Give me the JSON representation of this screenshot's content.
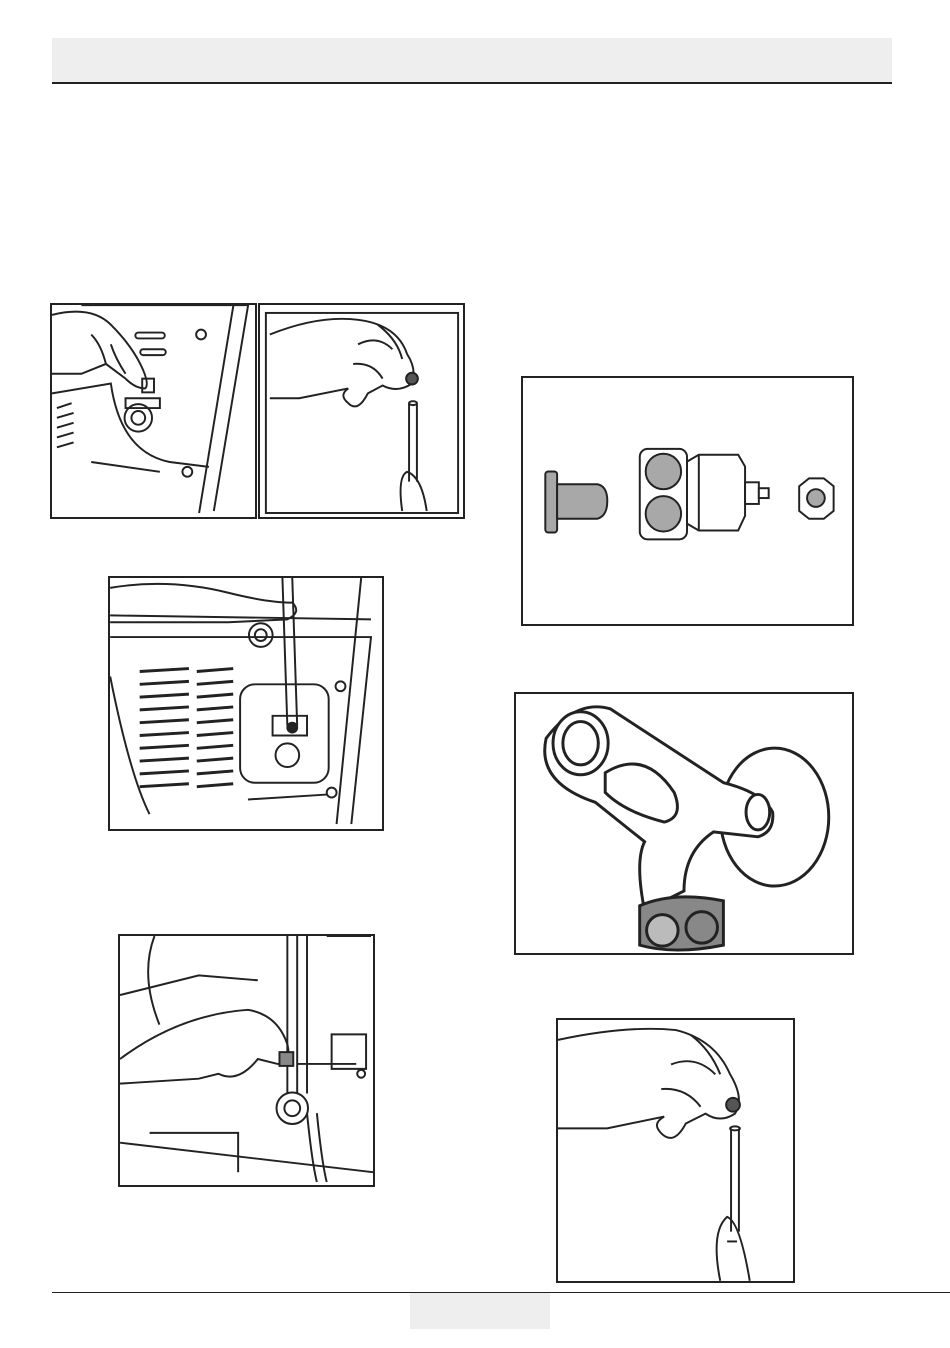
{
  "header": {},
  "figures": [
    {
      "id": "fig-1",
      "icon": "hand-tightening-nut-on-rear-panel"
    },
    {
      "id": "fig-2",
      "icon": "hand-holding-nut-above-pipe"
    },
    {
      "id": "fig-3",
      "icon": "hand-routing-pipe-on-rear-panel"
    },
    {
      "id": "fig-4",
      "icon": "hand-fastening-clip-on-pipe"
    },
    {
      "id": "fig-5",
      "icon": "valve-fitting-parts"
    },
    {
      "id": "fig-6",
      "icon": "wall-water-tap"
    },
    {
      "id": "fig-7",
      "icon": "hand-holding-nut-above-pipe"
    }
  ],
  "colors": {
    "line": "#222222",
    "fill_grey": "#a8a8a8",
    "band": "#eeeeee"
  }
}
